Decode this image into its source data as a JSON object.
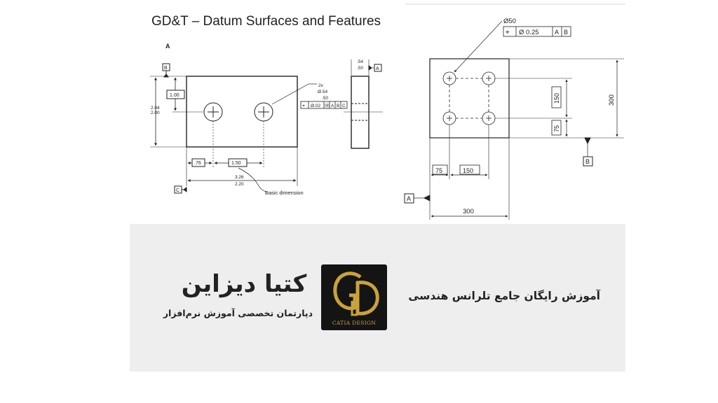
{
  "slide": {
    "title": "GD&T – Datum Surfaces and Features"
  },
  "left_drawing": {
    "view_label": "A",
    "datum_b": "B",
    "datum_c": "C",
    "datum_a": "A",
    "dim_100": "1.00",
    "dim_204": "2.04",
    "dim_200": "2.00",
    "dim_76": ".76",
    "dim_150": "1.50",
    "dim_326": "3.26",
    "dim_220": "2.20",
    "basic_dimension_note": "Basic dimension",
    "hole_count": "2x",
    "hole_dia_max": "Ø.54",
    "hole_dia_min": ".50",
    "fcf_symbol": "⌖",
    "fcf_tolerance": "Ø.02",
    "fcf_modifier": "Ⓜ",
    "fcf_datums": [
      "A",
      "B",
      "C"
    ],
    "thk_max": ".54",
    "thk_min": ".50"
  },
  "right_drawing": {
    "hole_callout": "Ø50",
    "fcf_symbol": "⌖",
    "fcf_tolerance": "Ø 0.25",
    "fcf_datums": [
      "A",
      "B"
    ],
    "dim_300_vertical": "300",
    "dim_150_vertical": "150",
    "dim_75_vertical": "75",
    "dim_75_horizontal": "75",
    "dim_150_horizontal": "150",
    "dim_300_horizontal": "300",
    "datum_a": "A",
    "datum_b": "B"
  },
  "branding": {
    "brand_name": "کتیا دیزاین",
    "brand_tagline": "دپارتمان تخصصی آموزش نرم‌افزار",
    "logo_caption": "CATIA DESIGN",
    "logo_colors": {
      "background": "#141414",
      "gold": "#c9a23a"
    },
    "course_title": "آموزش رایگان جامع تلرانس هندسی"
  }
}
